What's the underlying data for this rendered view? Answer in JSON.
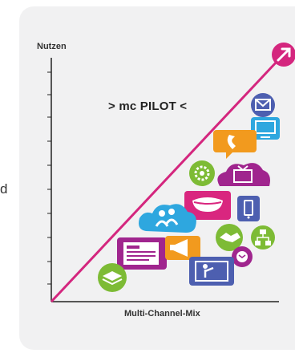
{
  "side_text": "d",
  "y_axis_label": "Nutzen",
  "x_axis_label": "Multi-Channel-Mix",
  "title": "> mc PILOT <",
  "icons": [
    {
      "name": "email-icon",
      "color": "#4d5fb0"
    },
    {
      "name": "computer-icon",
      "color": "#2ea7df"
    },
    {
      "name": "phone-icon",
      "color": "#f29a1e"
    },
    {
      "name": "gear-icon",
      "color": "#7dbb35"
    },
    {
      "name": "tv-icon",
      "color": "#a0258e"
    },
    {
      "name": "smile-icon",
      "color": "#d9267f"
    },
    {
      "name": "mobile-icon",
      "color": "#4d5fb0"
    },
    {
      "name": "people-cloud-icon",
      "color": "#2ea7df"
    },
    {
      "name": "handshake-icon",
      "color": "#7dbb35"
    },
    {
      "name": "sitemap-icon",
      "color": "#7dbb35"
    },
    {
      "name": "newspaper-icon",
      "color": "#a0258e"
    },
    {
      "name": "megaphone-icon",
      "color": "#f29a1e"
    },
    {
      "name": "mail-circle-icon",
      "color": "#d9267f"
    },
    {
      "name": "presenter-icon",
      "color": "#4d5fb0"
    },
    {
      "name": "book-icon",
      "color": "#7dbb35"
    }
  ],
  "accent_color": "#d4267e"
}
